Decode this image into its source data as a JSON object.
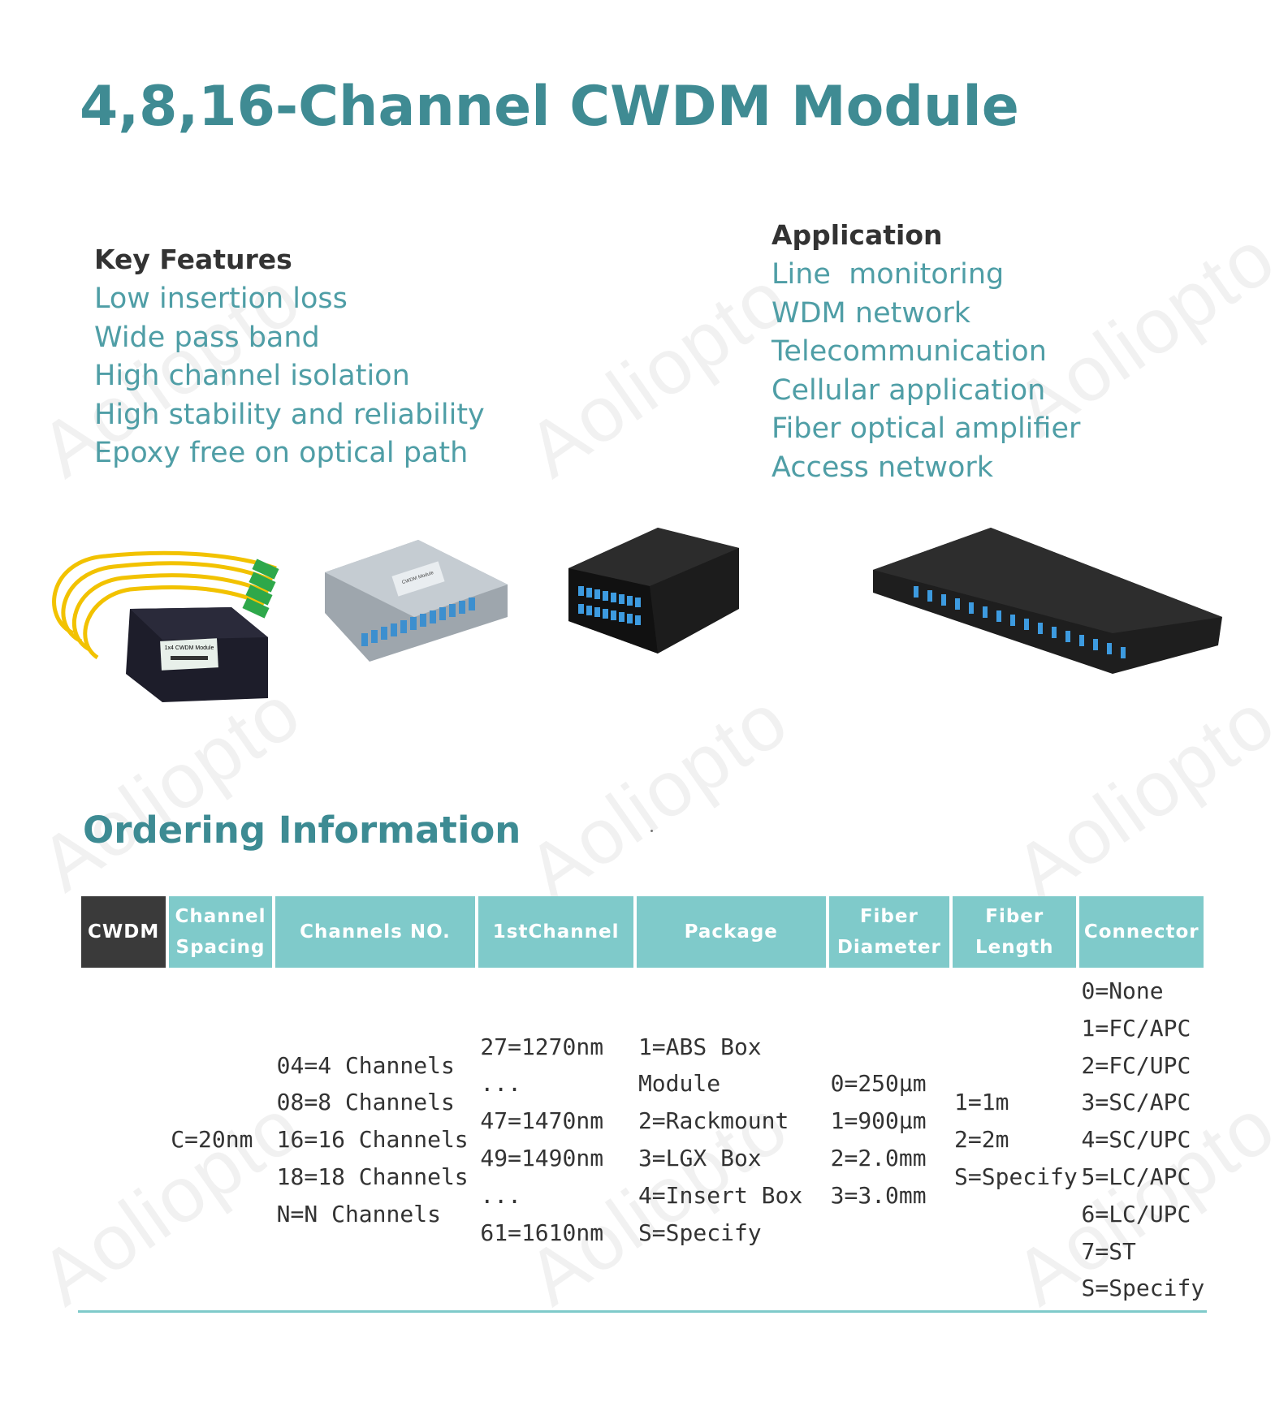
{
  "title": "4,8,16-Channel CWDM Module",
  "watermark": "Aoliopto",
  "key_features": {
    "heading": "Key Features",
    "items": [
      "Low insertion loss",
      "Wide pass band",
      "High channel isolation",
      "High stability and reliability",
      "Epoxy free on optical path"
    ]
  },
  "application": {
    "heading": "Application",
    "items": [
      "Line  monitoring",
      "WDM network",
      "Telecommunication",
      "Cellular application",
      "Fiber optical amplifier",
      "Access network"
    ]
  },
  "products": {
    "abs_box_label": "1x4 CWDM Module",
    "insert_box_label": "CWDM Module"
  },
  "ordering": {
    "heading": "Ordering Information",
    "headers": [
      "CWDM",
      "Channel Spacing",
      "Channels NO.",
      "1stChannel",
      "Package",
      "Fiber Diameter",
      "Fiber Length",
      "Connector"
    ],
    "columns": {
      "cwdm": [],
      "channel_spacing": [
        "C=20nm"
      ],
      "channels_no": [
        "04=4 Channels",
        "08=8 Channels",
        "16=16 Channels",
        "18=18 Channels",
        "N=N Channels"
      ],
      "first_channel": [
        "27=1270nm",
        "...",
        "47=1470nm",
        "49=1490nm",
        "...",
        "61=1610nm"
      ],
      "package": [
        "1=ABS Box",
        "Module",
        "2=Rackmount",
        "3=LGX Box",
        "4=Insert Box",
        "S=Specify"
      ],
      "fiber_diameter": [
        "0=250μm",
        "1=900μm",
        "2=2.0mm",
        "3=3.0mm"
      ],
      "fiber_length": [
        "1=1m",
        "2=2m",
        "S=Specify"
      ],
      "connector": [
        "0=None",
        "1=FC/APC",
        "2=FC/UPC",
        "3=SC/APC",
        "4=SC/UPC",
        "5=LC/APC",
        "6=LC/UPC",
        "7=ST",
        "S=Specify"
      ]
    }
  },
  "colors": {
    "accent": "#3f8b93",
    "text_teal": "#4f9ea6",
    "header_teal": "#7fcaca",
    "header_dark": "#3a3a3a"
  }
}
